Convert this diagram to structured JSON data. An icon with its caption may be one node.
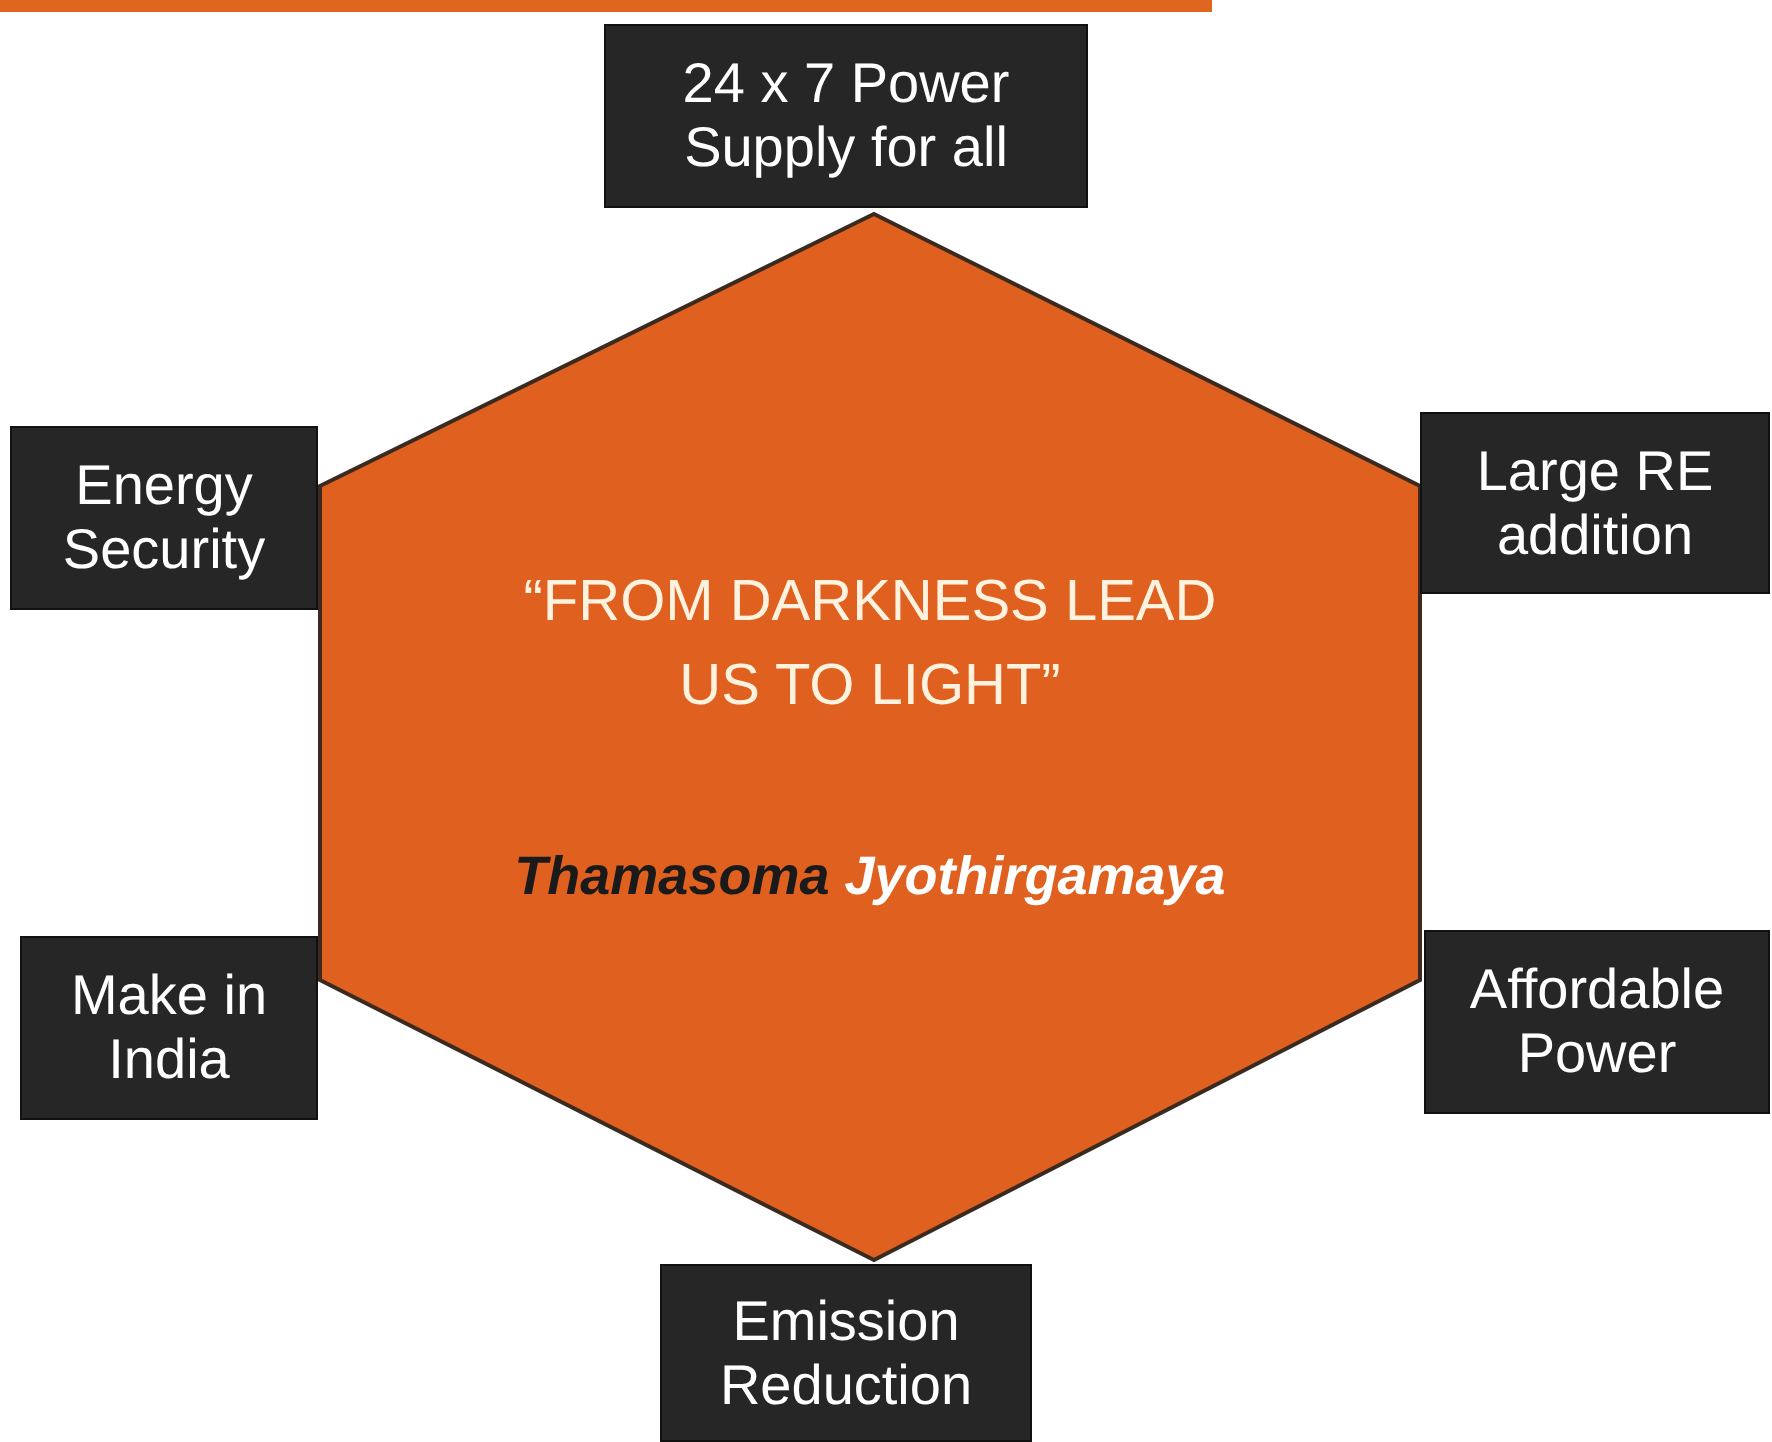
{
  "diagram": {
    "nodes": [
      {
        "text": [
          "“FROM DARKNESS LEAD US TO LIGHT”",
          "Thamasoma Jyothirgamaya"
        ]
      },
      {
        "text": [
          "24 x 7 Power Supply for all"
        ]
      },
      {
        "text": [
          "Energy Security"
        ]
      },
      {
        "text": [
          "Large RE addition"
        ]
      },
      {
        "text": [
          "Make in India"
        ]
      },
      {
        "text": [
          "Affordable Power"
        ]
      },
      {
        "text": [
          "Emission Reduction"
        ]
      }
    ],
    "edges": []
  }
}
